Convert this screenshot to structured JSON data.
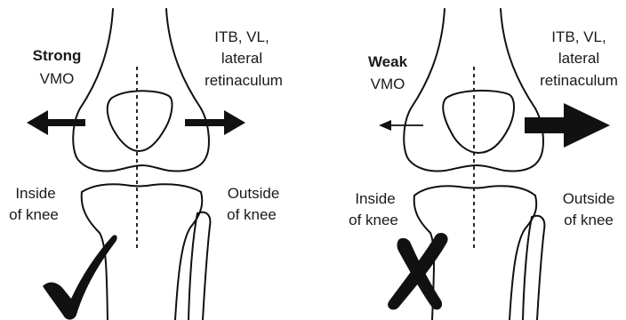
{
  "panels": [
    {
      "id": "strong",
      "vmo_strength": "Strong",
      "vmo_label": "VMO",
      "lateral_labels": [
        "ITB, VL,",
        "lateral",
        "retinaculum"
      ],
      "inside_labels": [
        "Inside",
        "of knee"
      ],
      "outside_labels": [
        "Outside",
        "of knee"
      ],
      "verdict_icon": "checkmark-icon"
    },
    {
      "id": "weak",
      "vmo_strength": "Weak",
      "vmo_label": "VMO",
      "lateral_labels": [
        "ITB, VL,",
        "lateral",
        "retinaculum"
      ],
      "inside_labels": [
        "Inside",
        "of knee"
      ],
      "outside_labels": [
        "Outside",
        "of knee"
      ],
      "verdict_icon": "cross-icon"
    }
  ],
  "colors": {
    "ink": "#111111",
    "background": "#ffffff"
  }
}
